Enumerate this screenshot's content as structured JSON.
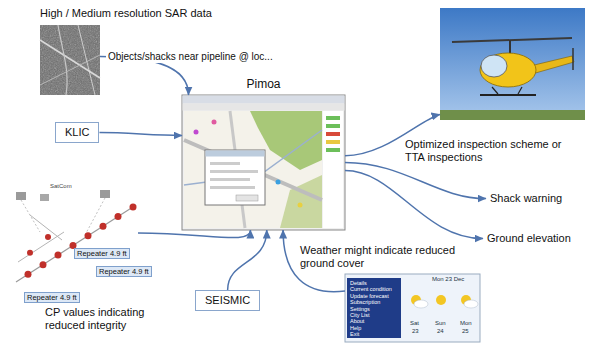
{
  "diagram": {
    "nodes": [
      {
        "text": [
          "High / Medium resolution SAR data"
        ]
      },
      {
        "text": [
          "Pimoa"
        ]
      },
      {
        "text": [
          "KLIC"
        ]
      },
      {
        "text": [
          "Optimized inspection scheme or TTA inspections"
        ]
      },
      {
        "text": [
          "Shack warning"
        ]
      },
      {
        "text": [
          "Ground elevation"
        ]
      },
      {
        "text": [
          "CP values indicating reduced integrity"
        ]
      },
      {
        "text": [
          "Repeater 4.9 ft"
        ],
        "in": 6
      },
      {
        "text": [
          "Repeater 4.9 ft"
        ],
        "in": 6
      },
      {
        "text": [
          "Repeater 4.9 ft"
        ],
        "in": 6
      },
      {
        "text": [
          "SEISMIC"
        ]
      },
      {
        "text": [
          "Weather might indicate reduced ground cover"
        ]
      }
    ],
    "edges": [
      {
        "from": 0,
        "to": 1,
        "label": "Objects/shacks near pipeline @ loc...",
        "arrow": "to"
      },
      {
        "from": 2,
        "to": 1,
        "arrow": "to"
      },
      {
        "from": 6,
        "to": 1,
        "arrow": "to"
      },
      {
        "from": 10,
        "to": 1,
        "arrow": "to"
      },
      {
        "from": 11,
        "to": 1,
        "arrow": "to"
      },
      {
        "from": 1,
        "to": 3,
        "arrow": "to"
      },
      {
        "from": 1,
        "to": 4,
        "arrow": "to"
      },
      {
        "from": 1,
        "to": 5,
        "arrow": "to"
      }
    ],
    "labels": [
      "SatCom",
      "Mon 23 Dec",
      "Details",
      "Current condition",
      "Update forecast",
      "Subscription",
      "Settings",
      "City List",
      "About",
      "Help",
      "Exit",
      "Sat",
      "Sun",
      "Mon",
      "23",
      "24",
      "25"
    ]
  }
}
